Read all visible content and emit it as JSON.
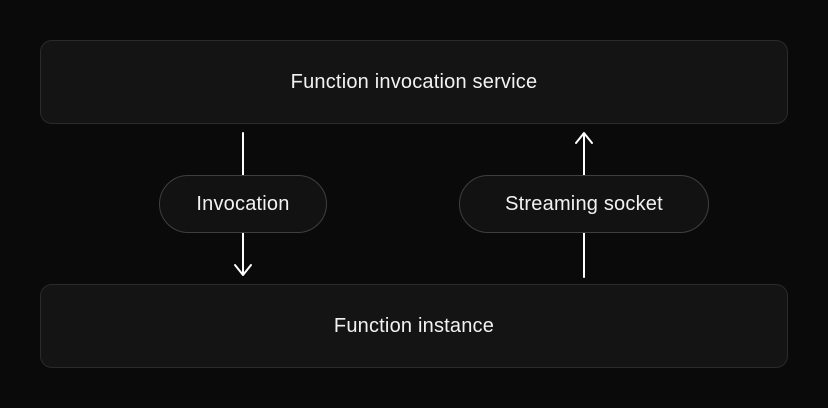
{
  "diagram": {
    "top_box_label": "Function invocation service",
    "bottom_box_label": "Function instance",
    "left_pill_label": "Invocation",
    "right_pill_label": "Streaming socket",
    "left_arrow_direction": "down",
    "right_arrow_direction": "up"
  },
  "colors": {
    "background": "#0a0a0a",
    "box_bg": "#141414",
    "box_border": "#2b2b2b",
    "pill_bg": "#121212",
    "pill_border": "#3f3f3f",
    "text": "#f2f2f2",
    "arrow": "#ffffff"
  }
}
